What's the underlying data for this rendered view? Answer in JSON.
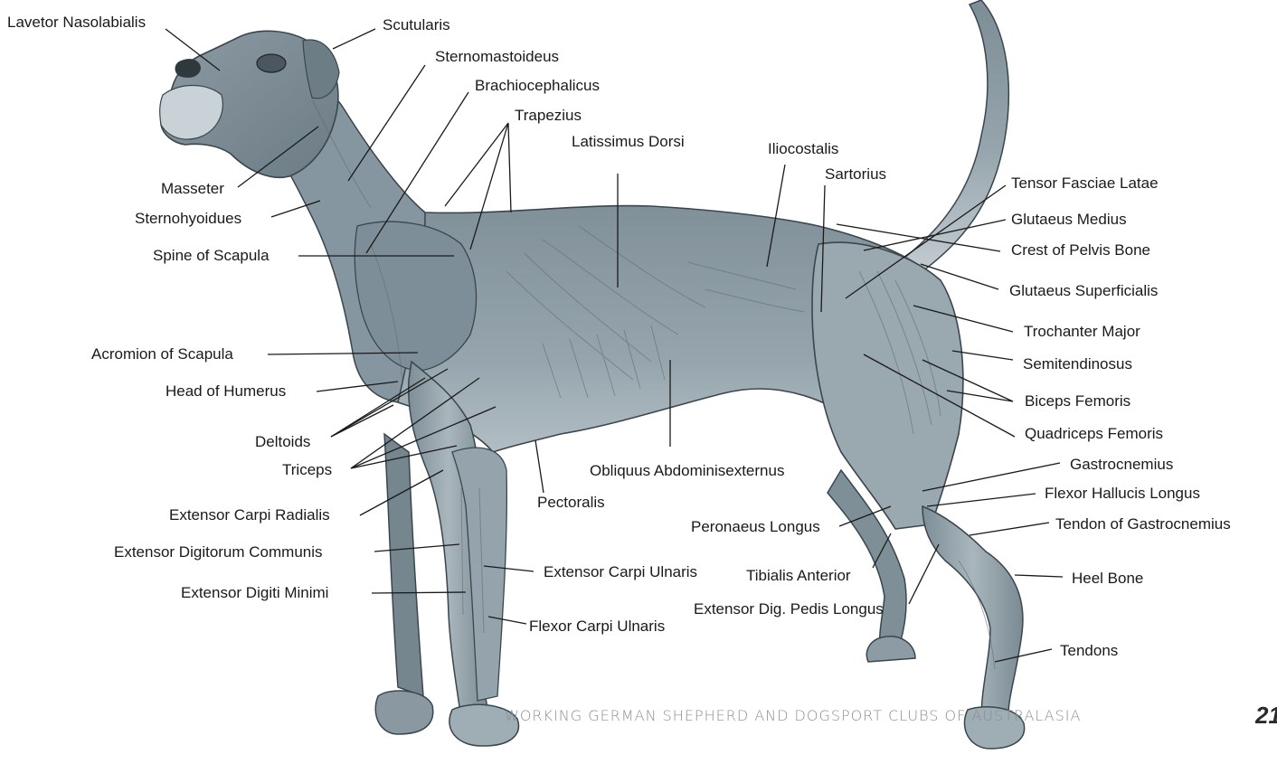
{
  "labels": {
    "lavetor_nasolabialis": "Lavetor Nasolabialis",
    "scutularis": "Scutularis",
    "sternomastoideus": "Sternomastoideus",
    "brachiocephalicus": "Brachiocephalicus",
    "trapezius": "Trapezius",
    "latissimus_dorsi": "Latissimus Dorsi",
    "iliocostalis": "Iliocostalis",
    "sartorius": "Sartorius",
    "tensor_fasciae_latae": "Tensor Fasciae Latae",
    "glutaeus_medius": "Glutaeus Medius",
    "crest_of_pelvis_bone": "Crest of Pelvis Bone",
    "glutaeus_superficialis": "Glutaeus Superficialis",
    "trochanter_major": "Trochanter Major",
    "semitendinosus": "Semitendinosus",
    "biceps_femoris": "Biceps Femoris",
    "quadriceps_femoris": "Quadriceps Femoris",
    "gastrocnemius": "Gastrocnemius",
    "flexor_hallucis_longus": "Flexor Hallucis Longus",
    "tendon_of_gastrocnemius": "Tendon of Gastrocnemius",
    "heel_bone": "Heel Bone",
    "tendons": "Tendons",
    "masseter": "Masseter",
    "sternohyoidues": "Sternohyoidues",
    "spine_of_scapula": "Spine of Scapula",
    "acromion_of_scapula": "Acromion of Scapula",
    "head_of_humerus": "Head of Humerus",
    "deltoids": "Deltoids",
    "triceps": "Triceps",
    "extensor_carpi_radialis": "Extensor Carpi Radialis",
    "extensor_digitorum_communis": "Extensor Digitorum Communis",
    "extensor_digiti_minimi": "Extensor Digiti Minimi",
    "extensor_carpi_ulnaris": "Extensor Carpi Ulnaris",
    "flexor_carpi_ulnaris": "Flexor Carpi Ulnaris",
    "pectoralis": "Pectoralis",
    "obliquus_abdominisexternus": "Obliquus Abdominisexternus",
    "peronaeus_longus": "Peronaeus Longus",
    "tibialis_anterior": "Tibialis Anterior",
    "extensor_dig_pedis_longus": "Extensor Dig. Pedis Longus"
  },
  "footer": {
    "organization": "WORKING GERMAN SHEPHERD AND DOGSPORT CLUBS OF AUSTRALASIA",
    "page_number": "21"
  },
  "colors": {
    "muscle_fill": "#8f9ea6",
    "muscle_dark": "#5d6d77",
    "muscle_light": "#c4ced3",
    "outline": "#3a464d"
  }
}
